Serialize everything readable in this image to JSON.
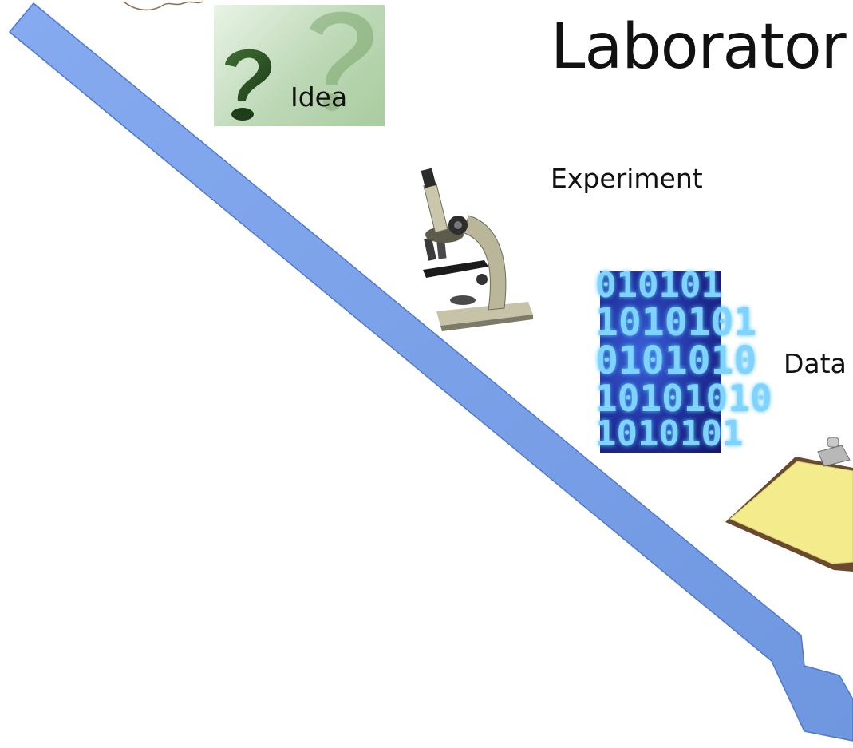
{
  "slide": {
    "title": "Laborator",
    "steps": {
      "idea": "Idea",
      "experiment": "Experiment",
      "data": "Data"
    },
    "binary_rows": [
      "010101",
      "1010101",
      "0101010",
      "10101010",
      "1010101"
    ],
    "images": {
      "idea": "question-mark-image",
      "microscope": "microscope-image",
      "binary": "binary-code-image",
      "clipboard": "clipboard-image",
      "doodle": "doodle-fragment"
    },
    "colors": {
      "arrow_fill": "#7da2e6",
      "arrow_stroke": "#4f79c9",
      "binary_glow": "#7fd3ff",
      "clipboard_paper": "#f4ec8c"
    }
  }
}
